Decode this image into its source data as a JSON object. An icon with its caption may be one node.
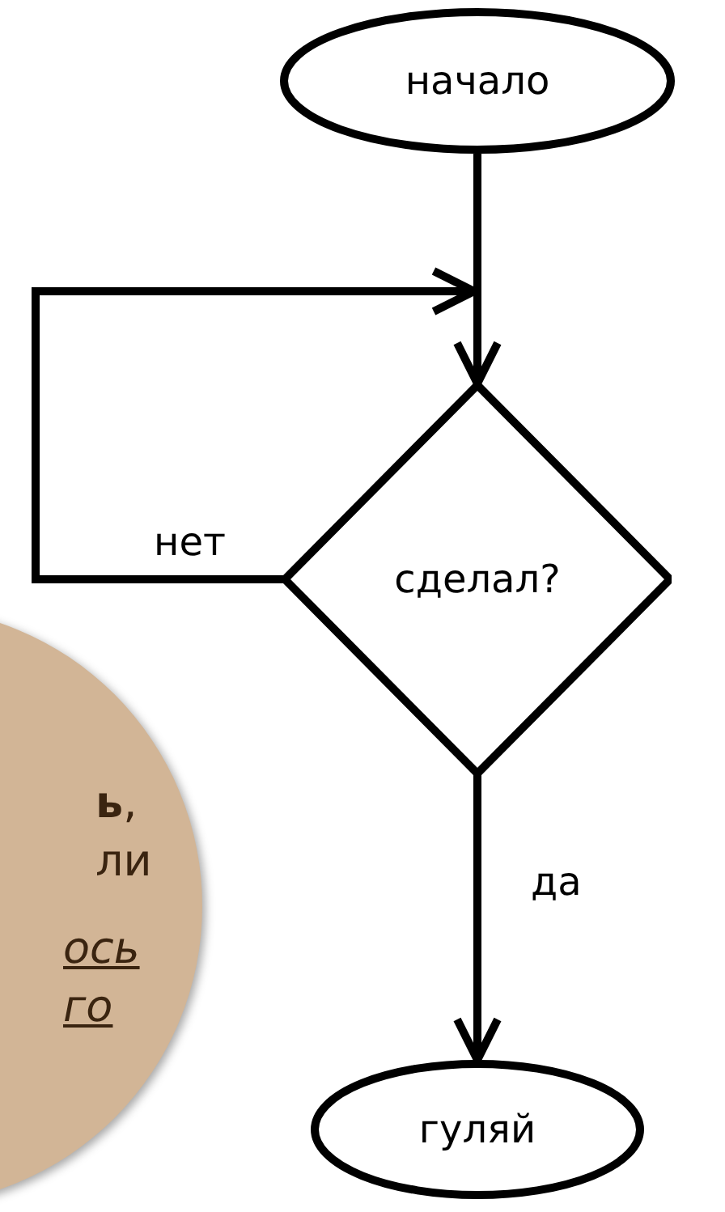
{
  "diagram": {
    "nodes": [
      {
        "text": [
          "начало"
        ]
      },
      {
        "text": [
          "сделал?"
        ]
      },
      {
        "text": [
          "гуляй"
        ]
      },
      {
        "text": [
          "**ь**, ли",
          "ось го"
        ]
      }
    ],
    "edges": [
      {
        "from": 0,
        "to": 1,
        "arrow": "to"
      },
      {
        "from": 1,
        "to": null,
        "arrow": "to",
        "label": "нет"
      },
      {
        "from": 1,
        "to": 2,
        "arrow": "to",
        "label": "да"
      }
    ]
  }
}
